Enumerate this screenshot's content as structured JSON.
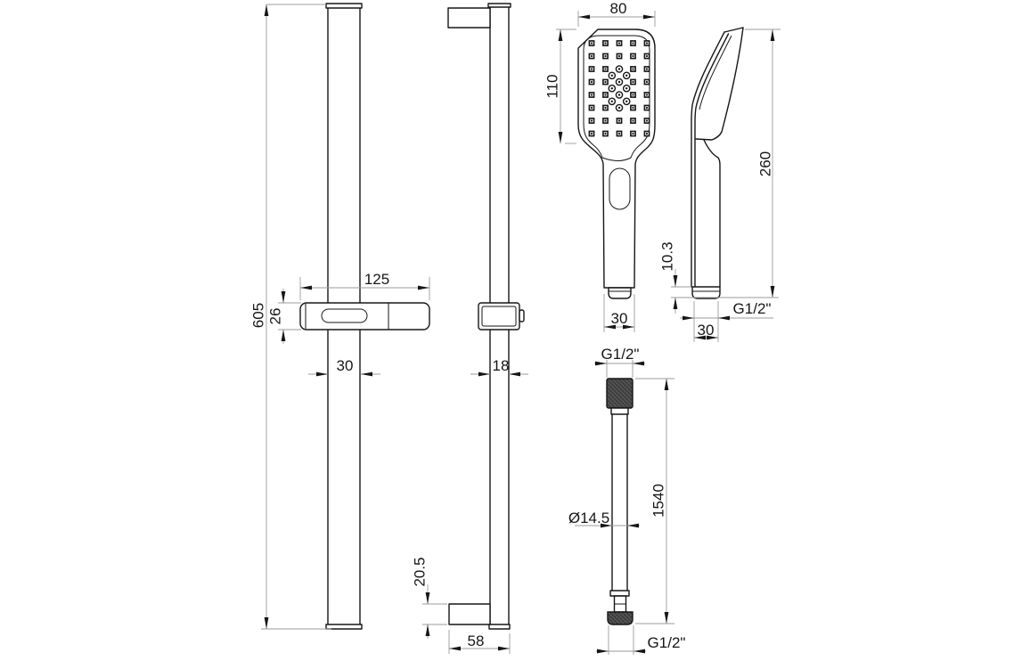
{
  "drawing": {
    "background": "#ffffff",
    "object_color": "#161616",
    "dimension_color": "#9b9b9b",
    "views": {
      "slide_rail_front": {
        "label": "slide-rail-front-view",
        "dims": {
          "overall_height": "605",
          "slider_width": "125",
          "slider_height": "26",
          "rail_width": "30"
        }
      },
      "slide_rail_side": {
        "label": "slide-rail-side-view",
        "dims": {
          "rail_depth": "18",
          "bracket_thickness": "20.5",
          "bracket_depth": "58"
        }
      },
      "handset_front": {
        "label": "handset-front-view",
        "dims": {
          "head_width": "80",
          "face_height": "110",
          "handle_width": "30"
        }
      },
      "handset_side": {
        "label": "handset-side-view",
        "dims": {
          "overall_height": "260",
          "connector_height": "10.3",
          "connector_width": "30",
          "thread_size": "G1/2\""
        }
      },
      "hose": {
        "label": "shower-hose-view",
        "dims": {
          "top_thread": "G1/2\"",
          "diameter": "Ø14.5",
          "length": "1540",
          "bottom_thread": "G1/2\""
        }
      }
    },
    "nozzle_pattern": {
      "cols_x": [
        664,
        679.5,
        695,
        710.5,
        726
      ],
      "rows_y": [
        48.5,
        63,
        77.5,
        92,
        106.5,
        121,
        135.5,
        150
      ],
      "square_size": 5.2,
      "circle_radius": 3.6,
      "center_circle_cells": [
        [
          2,
          2
        ],
        [
          2,
          3
        ],
        [
          2,
          4
        ],
        [
          2,
          5
        ]
      ],
      "offset_circles": [
        [
          686.8,
          84.8
        ],
        [
          703.2,
          84.8
        ],
        [
          686.8,
          99.2
        ],
        [
          703.2,
          99.2
        ],
        [
          686.8,
          113.8
        ],
        [
          703.2,
          113.8
        ]
      ]
    }
  }
}
